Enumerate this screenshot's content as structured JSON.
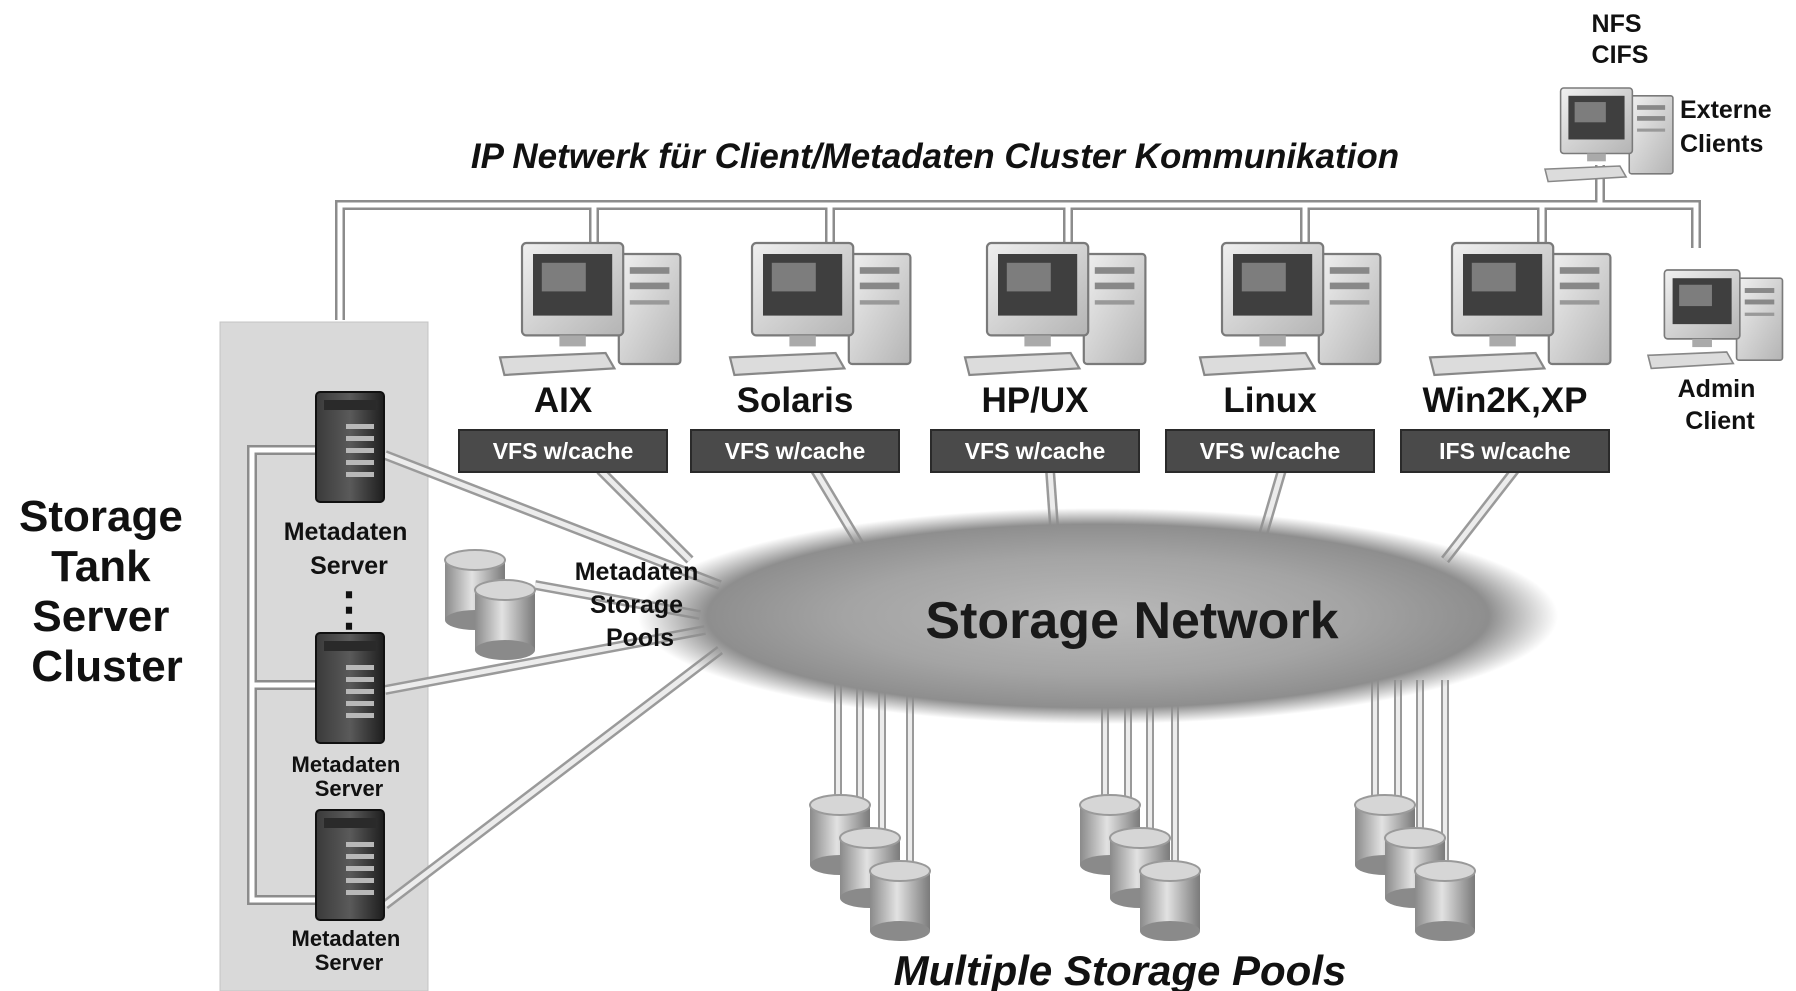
{
  "network_title": "IP Netwerk für Client/Metadaten Cluster Kommunikation",
  "cluster_label": [
    "Storage",
    "Tank",
    "Server",
    "Cluster"
  ],
  "metadata_servers": [
    {
      "label": [
        "Metadaten",
        "Server"
      ]
    },
    {
      "label": [
        "Metadaten",
        "Server"
      ]
    },
    {
      "label": [
        "Metadaten",
        "Server"
      ]
    }
  ],
  "ellipsis": "⋮",
  "metadata_pools_label": [
    "Metadaten",
    "Storage",
    "Pools"
  ],
  "storage_network_label": "Storage Network",
  "multiple_pools_label": "Multiple Storage Pools",
  "clients": [
    {
      "os": "AIX",
      "fs": "VFS w/cache"
    },
    {
      "os": "Solaris",
      "fs": "VFS w/cache"
    },
    {
      "os": "HP/UX",
      "fs": "VFS w/cache"
    },
    {
      "os": "Linux",
      "fs": "VFS w/cache"
    },
    {
      "os": "Win2K,XP",
      "fs": "IFS w/cache"
    }
  ],
  "admin_client": [
    "Admin",
    "Client"
  ],
  "external_clients": [
    "Externe",
    "Clients"
  ],
  "protocols": [
    "NFS",
    "CIFS"
  ]
}
